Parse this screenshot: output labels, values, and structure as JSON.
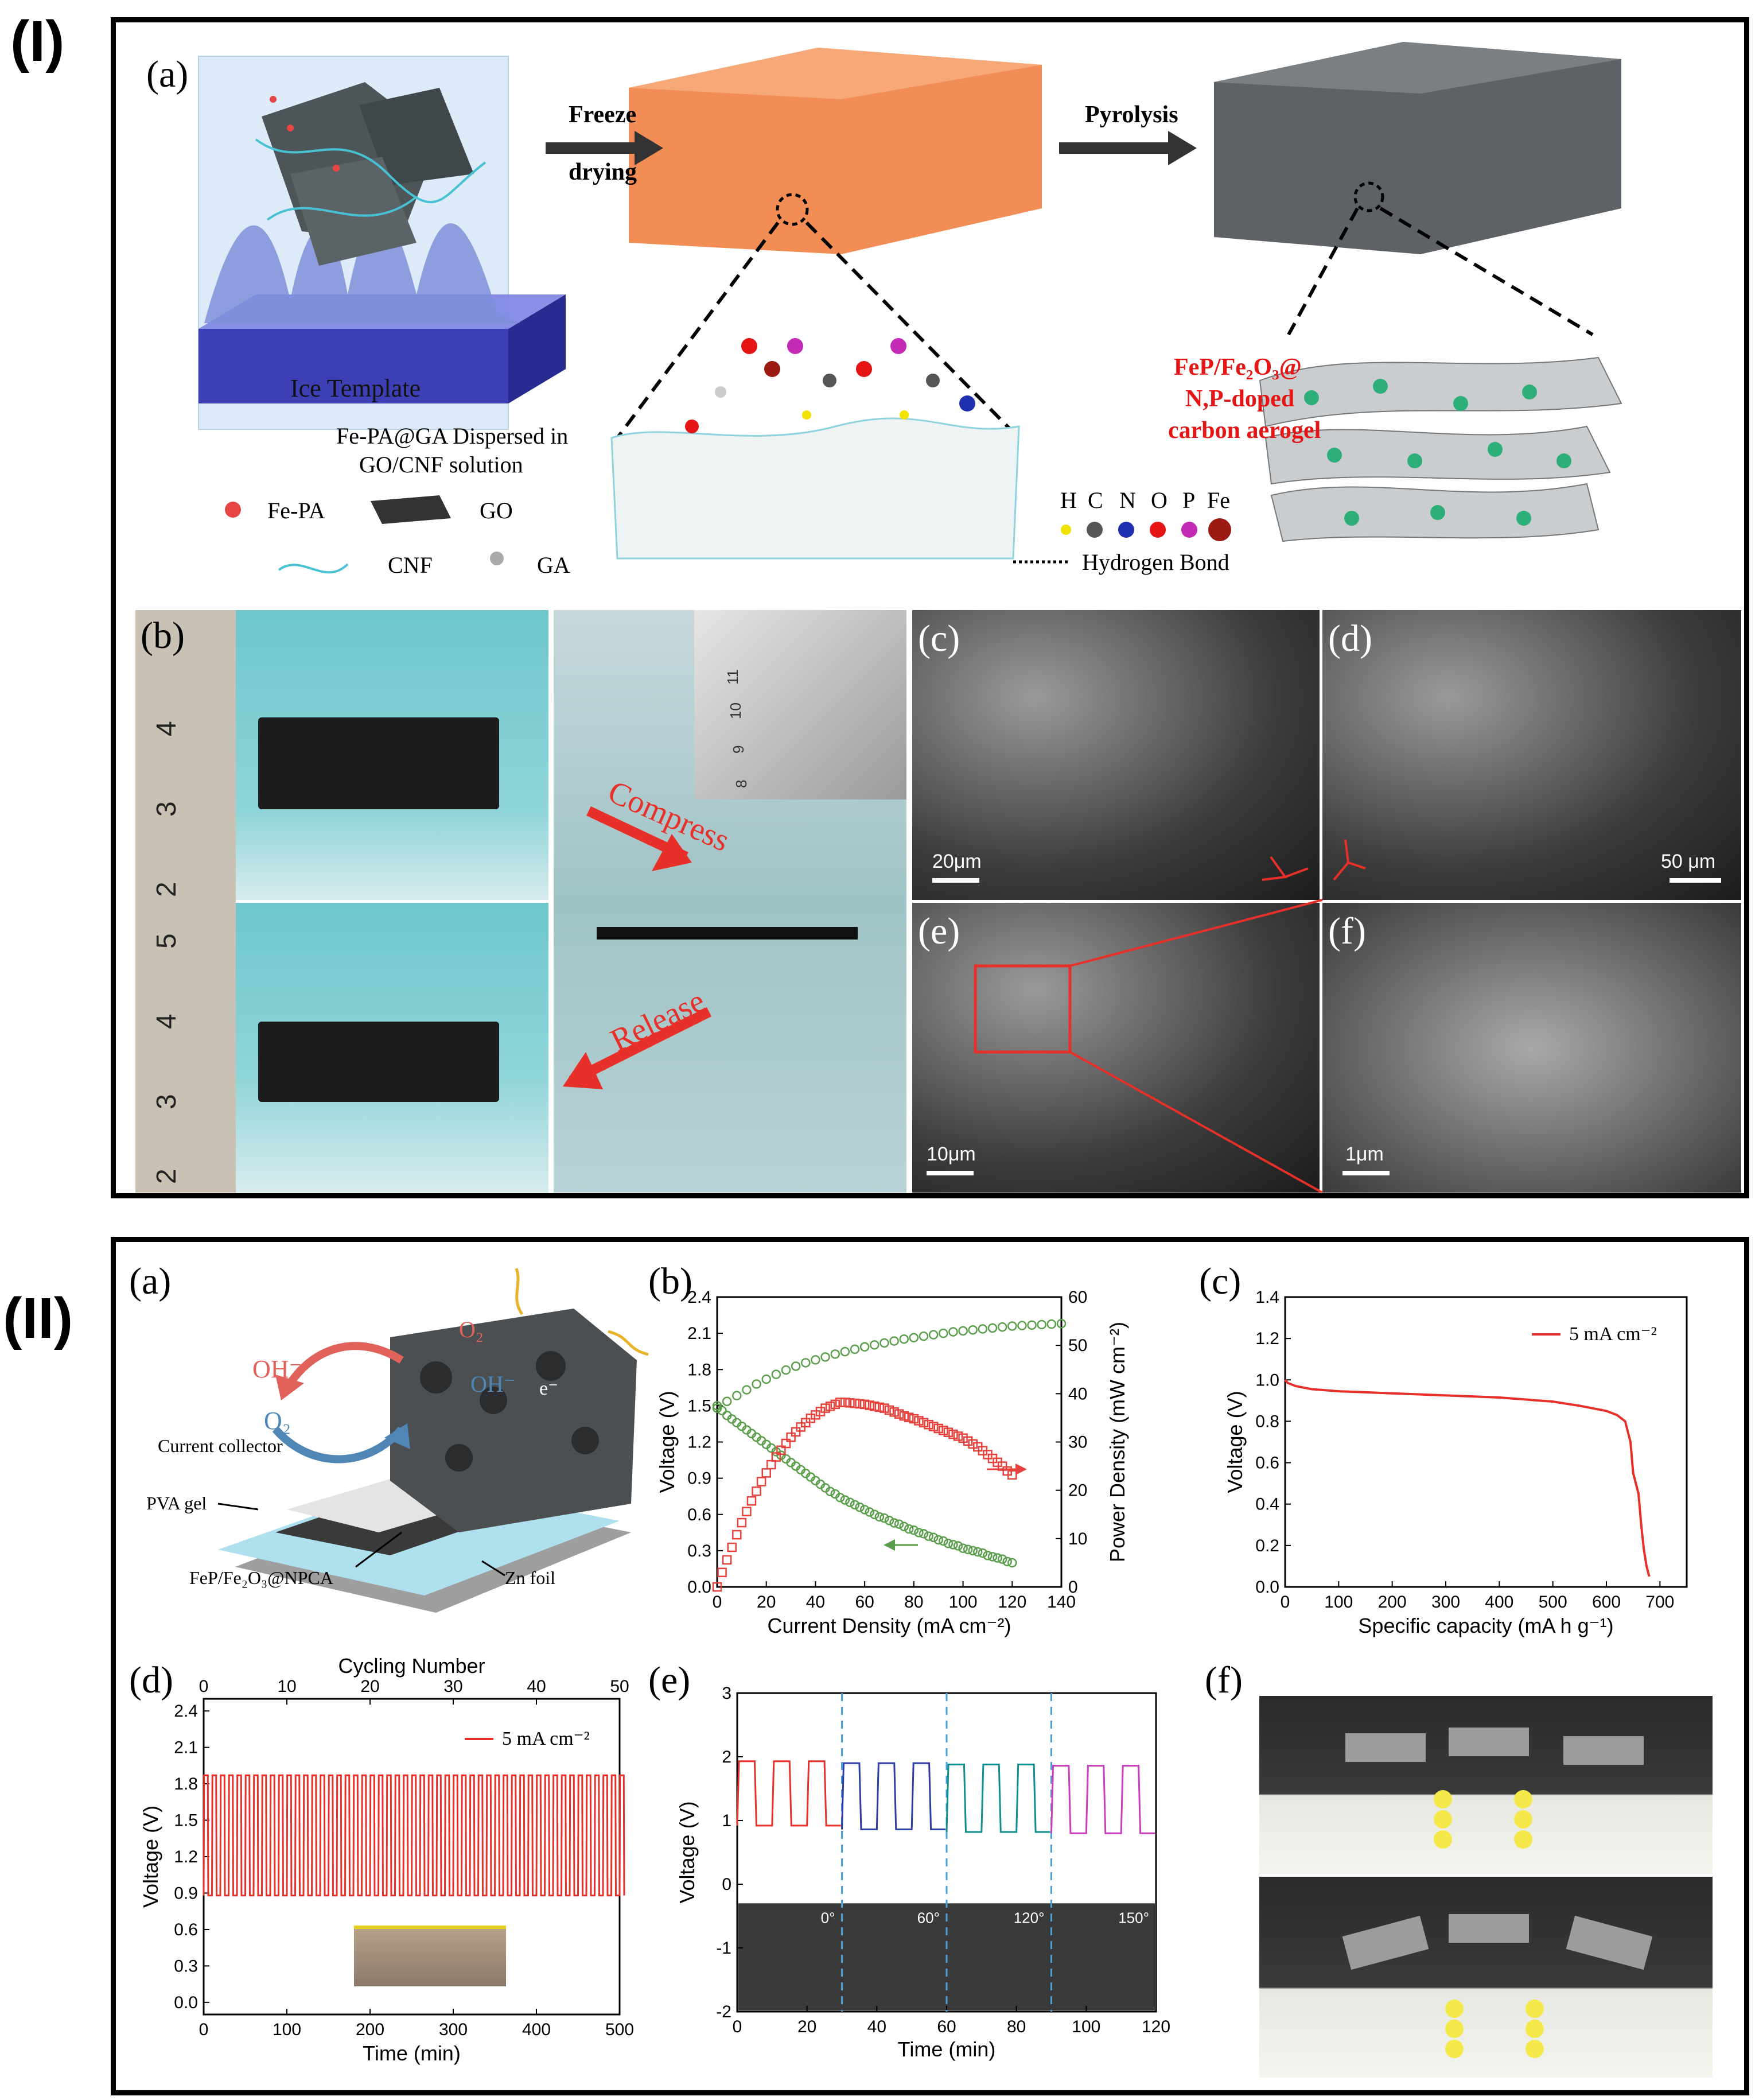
{
  "part1": {
    "roman": "(I)",
    "a": {
      "label": "(a)",
      "ice_template": "Ice Template",
      "step1_line1": "Freeze",
      "step1_line2": "drying",
      "step2": "Pyrolysis",
      "dispersed_line1": "Fe-PA@GA Dispersed in",
      "dispersed_line2": "GO/CNF solution",
      "legend": {
        "fepa": "Fe-PA",
        "go": "GO",
        "cnf": "CNF",
        "ga": "GA"
      },
      "product_line1": "FeP/Fe₂O₃@",
      "product_line2": "N,P-doped",
      "product_line3": "carbon aerogel",
      "atoms": [
        "H",
        "C",
        "N",
        "O",
        "P",
        "Fe"
      ],
      "hbond": "Hydrogen Bond",
      "atom_colors": [
        "#f2e200",
        "#555555",
        "#1e2fb0",
        "#e51515",
        "#c42bb5",
        "#9b1b12"
      ]
    },
    "b": {
      "label": "(b)",
      "compress": "Compress",
      "release": "Release",
      "ruler_ticks": [
        "4",
        "3",
        "2",
        "5",
        "4",
        "3",
        "2"
      ],
      "inset_ticks": [
        "11",
        "10",
        "9",
        "8"
      ]
    },
    "c": {
      "label": "(c)",
      "scale": "20μm"
    },
    "d": {
      "label": "(d)",
      "scale": "50 μm"
    },
    "e": {
      "label": "(e)",
      "scale": "10μm"
    },
    "f": {
      "label": "(f)",
      "scale": "1μm"
    }
  },
  "part2": {
    "roman": "(II)",
    "a": {
      "label": "(a)",
      "current_collector": "Current collector",
      "pva_gel": "PVA gel",
      "cathode": "FeP/Fe₂O₃@NPCA",
      "zn_foil": "Zn foil",
      "oh_left": "OH⁻",
      "o2_left": "O₂",
      "o2_top": "O₂",
      "oh_right": "OH⁻",
      "electron": "e⁻"
    },
    "b": {
      "label": "(b)"
    },
    "c": {
      "label": "(c)"
    },
    "d": {
      "label": "(d)"
    },
    "e": {
      "label": "(e)",
      "angles": [
        "0°",
        "60°",
        "120°",
        "150°"
      ]
    },
    "f": {
      "label": "(f)"
    }
  },
  "chart_data": [
    {
      "id": "II-b",
      "type": "scatter",
      "xlabel": "Current Density (mA cm⁻²)",
      "ylabel": "Voltage (V)",
      "y2label": "Power Density (mW cm⁻²)",
      "xlim": [
        0,
        140
      ],
      "ylim": [
        0,
        2.4
      ],
      "y2lim": [
        0,
        60
      ],
      "xticks": [
        "0",
        "20",
        "40",
        "60",
        "80",
        "100",
        "120",
        "140"
      ],
      "yticks": [
        "0.0",
        "0.3",
        "0.6",
        "0.9",
        "1.2",
        "1.5",
        "1.8",
        "2.1",
        "2.4"
      ],
      "y2ticks": [
        "0",
        "10",
        "20",
        "30",
        "40",
        "50",
        "60"
      ],
      "series": [
        {
          "axis": "left",
          "color": "#5a9e4b",
          "marker": "circle",
          "x": [
            0,
            2,
            4,
            6,
            8,
            10,
            12,
            14,
            16,
            18,
            20,
            22,
            24,
            26,
            28,
            30,
            32,
            34,
            36,
            38,
            40,
            42,
            44,
            46,
            48,
            50,
            52,
            54,
            56,
            58,
            60,
            62,
            64,
            66,
            68,
            70,
            72,
            74,
            76,
            78,
            80,
            82,
            84,
            86,
            88,
            90,
            92,
            94,
            96,
            98,
            100,
            102,
            104,
            106,
            108,
            110,
            112,
            114,
            116,
            118,
            120
          ],
          "y": [
            1.5,
            1.46,
            1.42,
            1.39,
            1.36,
            1.33,
            1.3,
            1.27,
            1.24,
            1.21,
            1.18,
            1.15,
            1.12,
            1.09,
            1.06,
            1.03,
            1.0,
            0.97,
            0.94,
            0.91,
            0.88,
            0.85,
            0.82,
            0.79,
            0.77,
            0.74,
            0.72,
            0.7,
            0.68,
            0.66,
            0.64,
            0.62,
            0.6,
            0.58,
            0.57,
            0.55,
            0.53,
            0.52,
            0.5,
            0.48,
            0.47,
            0.45,
            0.44,
            0.42,
            0.41,
            0.39,
            0.38,
            0.36,
            0.35,
            0.34,
            0.32,
            0.31,
            0.3,
            0.29,
            0.28,
            0.26,
            0.25,
            0.24,
            0.23,
            0.21,
            0.2
          ]
        },
        {
          "axis": "right",
          "color": "#5a9e4b",
          "marker": "circle",
          "x": [
            0,
            4,
            8,
            12,
            16,
            20,
            24,
            28,
            32,
            36,
            40,
            44,
            48,
            52,
            56,
            60,
            64,
            68,
            72,
            76,
            80,
            84,
            88,
            92,
            96,
            100,
            104,
            108,
            112,
            116,
            120,
            124,
            128,
            132,
            136,
            140
          ],
          "y": [
            37,
            38.4,
            39.6,
            40.8,
            42,
            43,
            44,
            44.9,
            45.7,
            46.4,
            47,
            47.6,
            48.2,
            48.7,
            49.2,
            49.7,
            50.1,
            50.5,
            50.9,
            51.3,
            51.6,
            51.9,
            52.2,
            52.5,
            52.8,
            53,
            53.2,
            53.4,
            53.6,
            53.8,
            54,
            54.1,
            54.2,
            54.3,
            54.4,
            54.5
          ]
        },
        {
          "axis": "right",
          "color": "#e8403a",
          "marker": "square",
          "x": [
            0,
            2,
            4,
            6,
            8,
            10,
            12,
            14,
            16,
            18,
            20,
            22,
            24,
            26,
            28,
            30,
            32,
            34,
            36,
            38,
            40,
            42,
            44,
            46,
            48,
            50,
            52,
            54,
            56,
            58,
            60,
            62,
            64,
            66,
            68,
            70,
            72,
            74,
            76,
            78,
            80,
            82,
            84,
            86,
            88,
            90,
            92,
            94,
            96,
            98,
            100,
            102,
            104,
            106,
            108,
            110,
            112,
            114,
            116,
            118,
            120
          ],
          "y": [
            0,
            3,
            5.6,
            8.2,
            10.8,
            13.3,
            15.6,
            17.8,
            19.8,
            21.8,
            23.6,
            25.3,
            26.9,
            28.3,
            29.7,
            31,
            32.1,
            33.1,
            34,
            34.9,
            35.6,
            36.3,
            37,
            37.4,
            37.8,
            38.2,
            38.2,
            38.1,
            38,
            37.9,
            37.8,
            37.6,
            37.4,
            37.2,
            37,
            36.6,
            36.2,
            35.8,
            35.4,
            35.1,
            34.8,
            34.4,
            34,
            33.6,
            33.2,
            32.8,
            32.4,
            32,
            31.6,
            31.2,
            30.8,
            30.2,
            29.6,
            29,
            28.2,
            27.4,
            26.6,
            25.8,
            25,
            24,
            23.2
          ]
        }
      ]
    },
    {
      "id": "II-c",
      "type": "line",
      "xlabel": "Specific capacity (mA h g⁻¹)",
      "ylabel": "Voltage (V)",
      "xlim": [
        0,
        750
      ],
      "ylim": [
        0,
        1.4
      ],
      "xticks": [
        "0",
        "100",
        "200",
        "300",
        "400",
        "500",
        "600",
        "700"
      ],
      "yticks": [
        "0.0",
        "0.2",
        "0.4",
        "0.6",
        "0.8",
        "1.0",
        "1.2",
        "1.4"
      ],
      "legend": "5 mA cm⁻²",
      "series": [
        {
          "name": "5 mA cm⁻²",
          "color": "#e8302a",
          "x": [
            0,
            5,
            20,
            50,
            100,
            150,
            200,
            250,
            300,
            350,
            400,
            450,
            500,
            550,
            580,
            600,
            620,
            635,
            645,
            650,
            655,
            660,
            665,
            670,
            675,
            680
          ],
          "y": [
            1.0,
            0.985,
            0.97,
            0.955,
            0.945,
            0.94,
            0.935,
            0.93,
            0.925,
            0.92,
            0.915,
            0.905,
            0.895,
            0.875,
            0.86,
            0.85,
            0.83,
            0.8,
            0.7,
            0.55,
            0.5,
            0.45,
            0.3,
            0.18,
            0.1,
            0.05
          ]
        }
      ]
    },
    {
      "id": "II-d",
      "type": "line",
      "xlabel": "Time (min)",
      "x2label": "Cycling Number",
      "ylabel": "Voltage (V)",
      "xlim": [
        0,
        500
      ],
      "x2lim": [
        0,
        50
      ],
      "ylim": [
        -0.1,
        2.5
      ],
      "xticks": [
        "0",
        "100",
        "200",
        "300",
        "400",
        "500"
      ],
      "x2ticks": [
        "0",
        "10",
        "20",
        "30",
        "40",
        "50"
      ],
      "yticks": [
        "0.0",
        "0.3",
        "0.6",
        "0.9",
        "1.2",
        "1.5",
        "1.8",
        "2.1",
        "2.4"
      ],
      "legend": "5 mA cm⁻²",
      "series": [
        {
          "name": "5 mA cm⁻²",
          "color": "#e8302a",
          "period_min": 10,
          "v_high": 1.87,
          "v_low": 0.88
        }
      ]
    },
    {
      "id": "II-e",
      "type": "line",
      "xlabel": "Time (min)",
      "ylabel": "Voltage (V)",
      "xlim": [
        0,
        120
      ],
      "ylim": [
        -2,
        3
      ],
      "xticks": [
        "0",
        "20",
        "40",
        "60",
        "80",
        "100",
        "120"
      ],
      "yticks": [
        "-2",
        "-1",
        "0",
        "1",
        "2",
        "3"
      ],
      "dividers": [
        30,
        60,
        90
      ],
      "series": [
        {
          "name": "0°",
          "color": "#e8302a",
          "t": [
            0,
            30
          ],
          "period_min": 10,
          "v_high": 1.93,
          "v_low": 0.92
        },
        {
          "name": "60°",
          "color": "#2f3da8",
          "t": [
            30,
            60
          ],
          "period_min": 10,
          "v_high": 1.9,
          "v_low": 0.86
        },
        {
          "name": "120°",
          "color": "#108f8f",
          "t": [
            60,
            90
          ],
          "period_min": 10,
          "v_high": 1.88,
          "v_low": 0.82
        },
        {
          "name": "150°",
          "color": "#c73fbf",
          "t": [
            90,
            120
          ],
          "period_min": 10,
          "v_high": 1.86,
          "v_low": 0.8
        }
      ]
    }
  ]
}
